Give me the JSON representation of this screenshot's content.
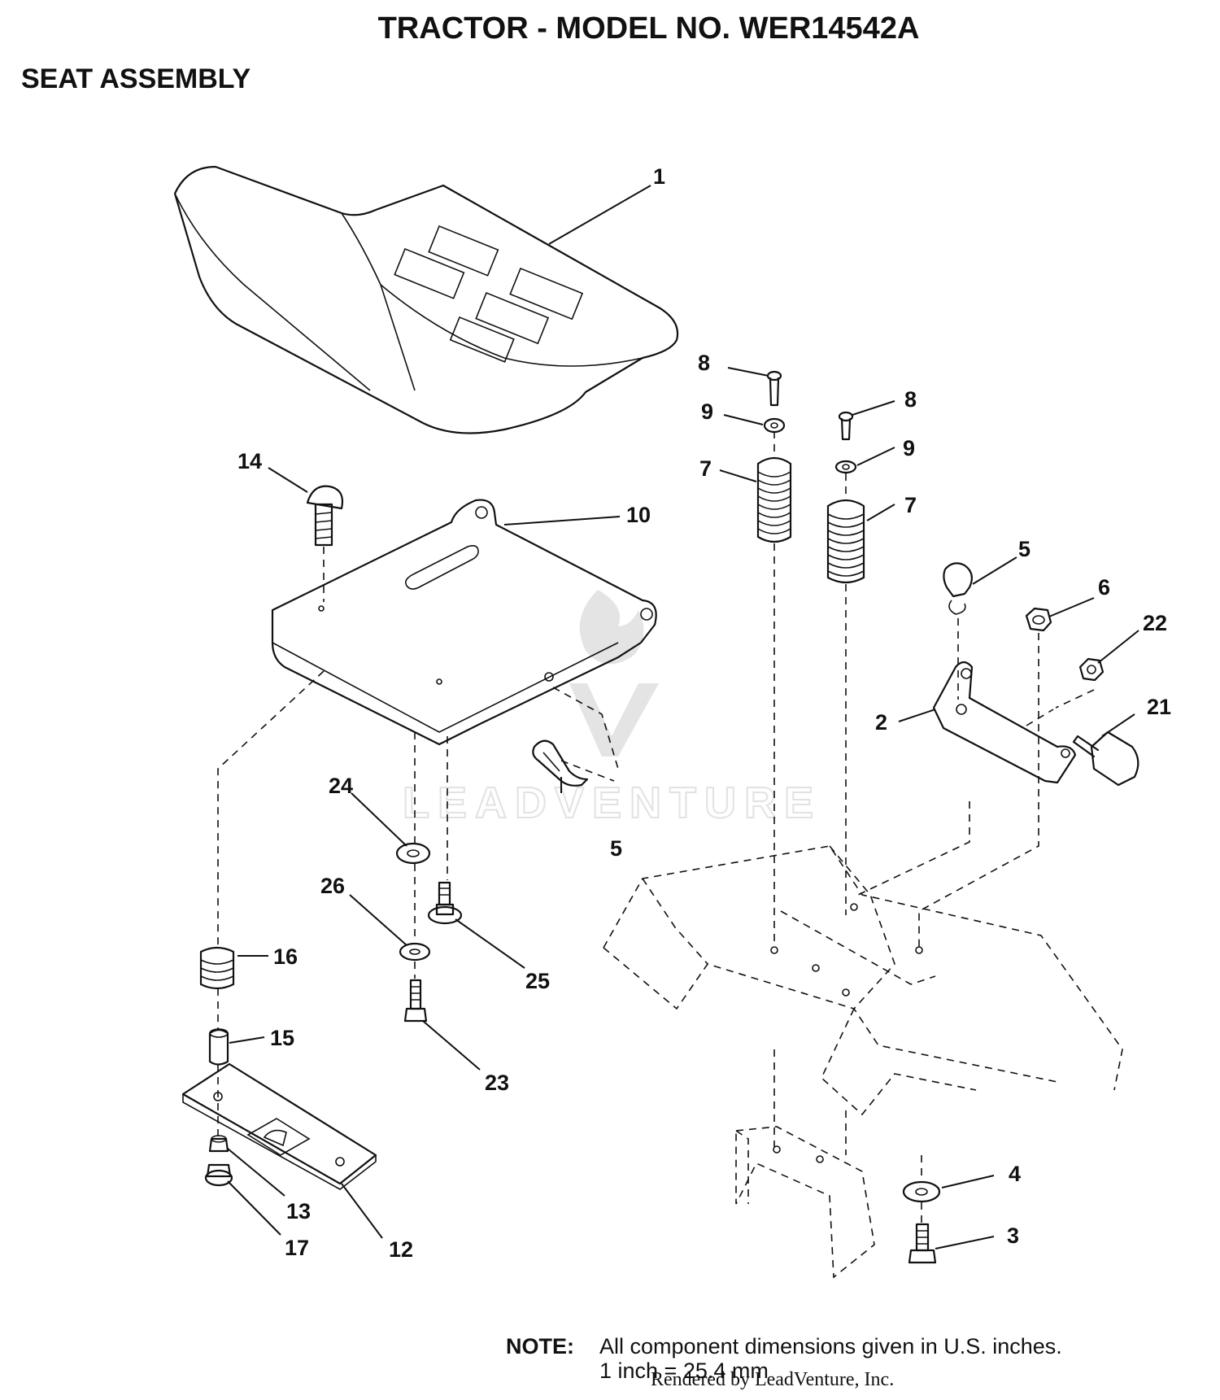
{
  "header": {
    "title": "TRACTOR - MODEL NO. WER14542A",
    "section": "SEAT ASSEMBLY"
  },
  "callouts": {
    "c1": "1",
    "c2": "2",
    "c3": "3",
    "c4": "4",
    "c5a": "5",
    "c5b": "5",
    "c6": "6",
    "c7a": "7",
    "c7b": "7",
    "c8a": "8",
    "c8b": "8",
    "c9a": "9",
    "c9b": "9",
    "c10": "10",
    "c12": "12",
    "c13": "13",
    "c14": "14",
    "c15": "15",
    "c16": "16",
    "c17": "17",
    "c21": "21",
    "c22": "22",
    "c23": "23",
    "c24": "24",
    "c25": "25",
    "c26": "26"
  },
  "watermark": {
    "text": "LEADVENTURE"
  },
  "note": {
    "label": "NOTE:",
    "line1": "All component dimensions given in U.S. inches.",
    "line2": "1 inch = 25.4 mm"
  },
  "credit": "Rendered by LeadVenture, Inc."
}
